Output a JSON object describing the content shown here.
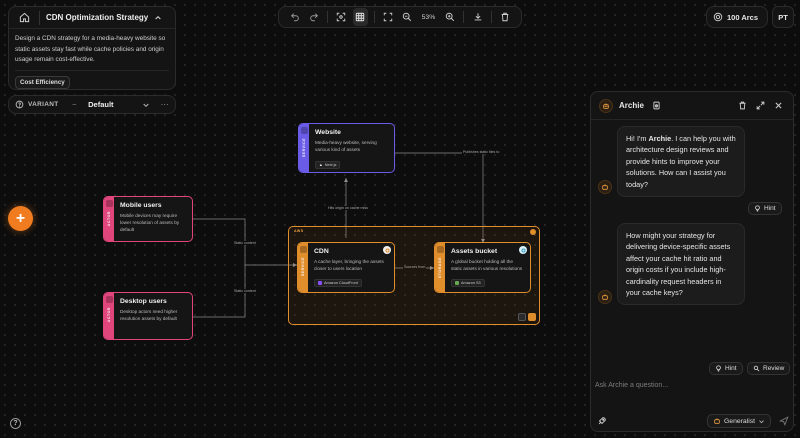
{
  "project": {
    "title": "CDN Optimization Strategy",
    "description": "Design a CDN strategy for a media-heavy website so static assets stay fast while cache policies and origin usage remain cost-effective.",
    "tag": "Cost Efficiency"
  },
  "variant": {
    "label": "VARIANT",
    "value": "Default"
  },
  "toolbar": {
    "zoom": "53%"
  },
  "arcs": {
    "label": "100 Arcs"
  },
  "user": {
    "initials": "PT"
  },
  "canvas": {
    "nodes": {
      "website": {
        "title": "Website",
        "description": "Media-heavy website, serving various kind of assets",
        "role": "SERVICE",
        "tech": "Next.js",
        "color": "#6b5ce7"
      },
      "mobile": {
        "title": "Mobile users",
        "description": "Mobile devices may require lower resolution of assets by default",
        "role": "ACTOR",
        "color": "#e0457b"
      },
      "desktop": {
        "title": "Desktop users",
        "description": "Desktop actors need higher resolution assets by default",
        "role": "ACTOR",
        "color": "#e0457b"
      },
      "cdn": {
        "title": "CDN",
        "description": "A cache layer, bringing the assets closer to users location",
        "role": "SERVICE",
        "tech": "Amazon CloudFront",
        "color": "#e08d2b"
      },
      "bucket": {
        "title": "Assets bucket",
        "description": "A global bucket holding all the static assets in various resolutions",
        "role": "STORAGE",
        "tech": "Amazon S3",
        "color": "#e08d2b"
      }
    },
    "group": {
      "label": "AWS"
    },
    "edges": {
      "publishes": "Publishes static files to",
      "hits_origin": "Hits origin on cache miss",
      "static_mobile": "Static content",
      "static_desktop": "Static content",
      "sources": "Sources from"
    }
  },
  "archie": {
    "name": "Archie",
    "messages": {
      "m1_pre": "Hi! I'm ",
      "m1_name": "Archie",
      "m1_post": ". I can help you with architecture design reviews and provide hints to improve your solutions. How can I assist you today?",
      "m2": "How might your strategy for delivering device-specific assets affect your cache hit ratio and origin costs if you include high-cardinality request headers in your cache keys?"
    },
    "hint_label": "Hint",
    "review_label": "Review",
    "input_placeholder": "Ask Archie a question...",
    "mode": "Generalist"
  },
  "colors": {
    "accent": "#f07c1f",
    "service": "#6b5ce7",
    "actor": "#e0457b",
    "aws": "#e08d2b"
  }
}
